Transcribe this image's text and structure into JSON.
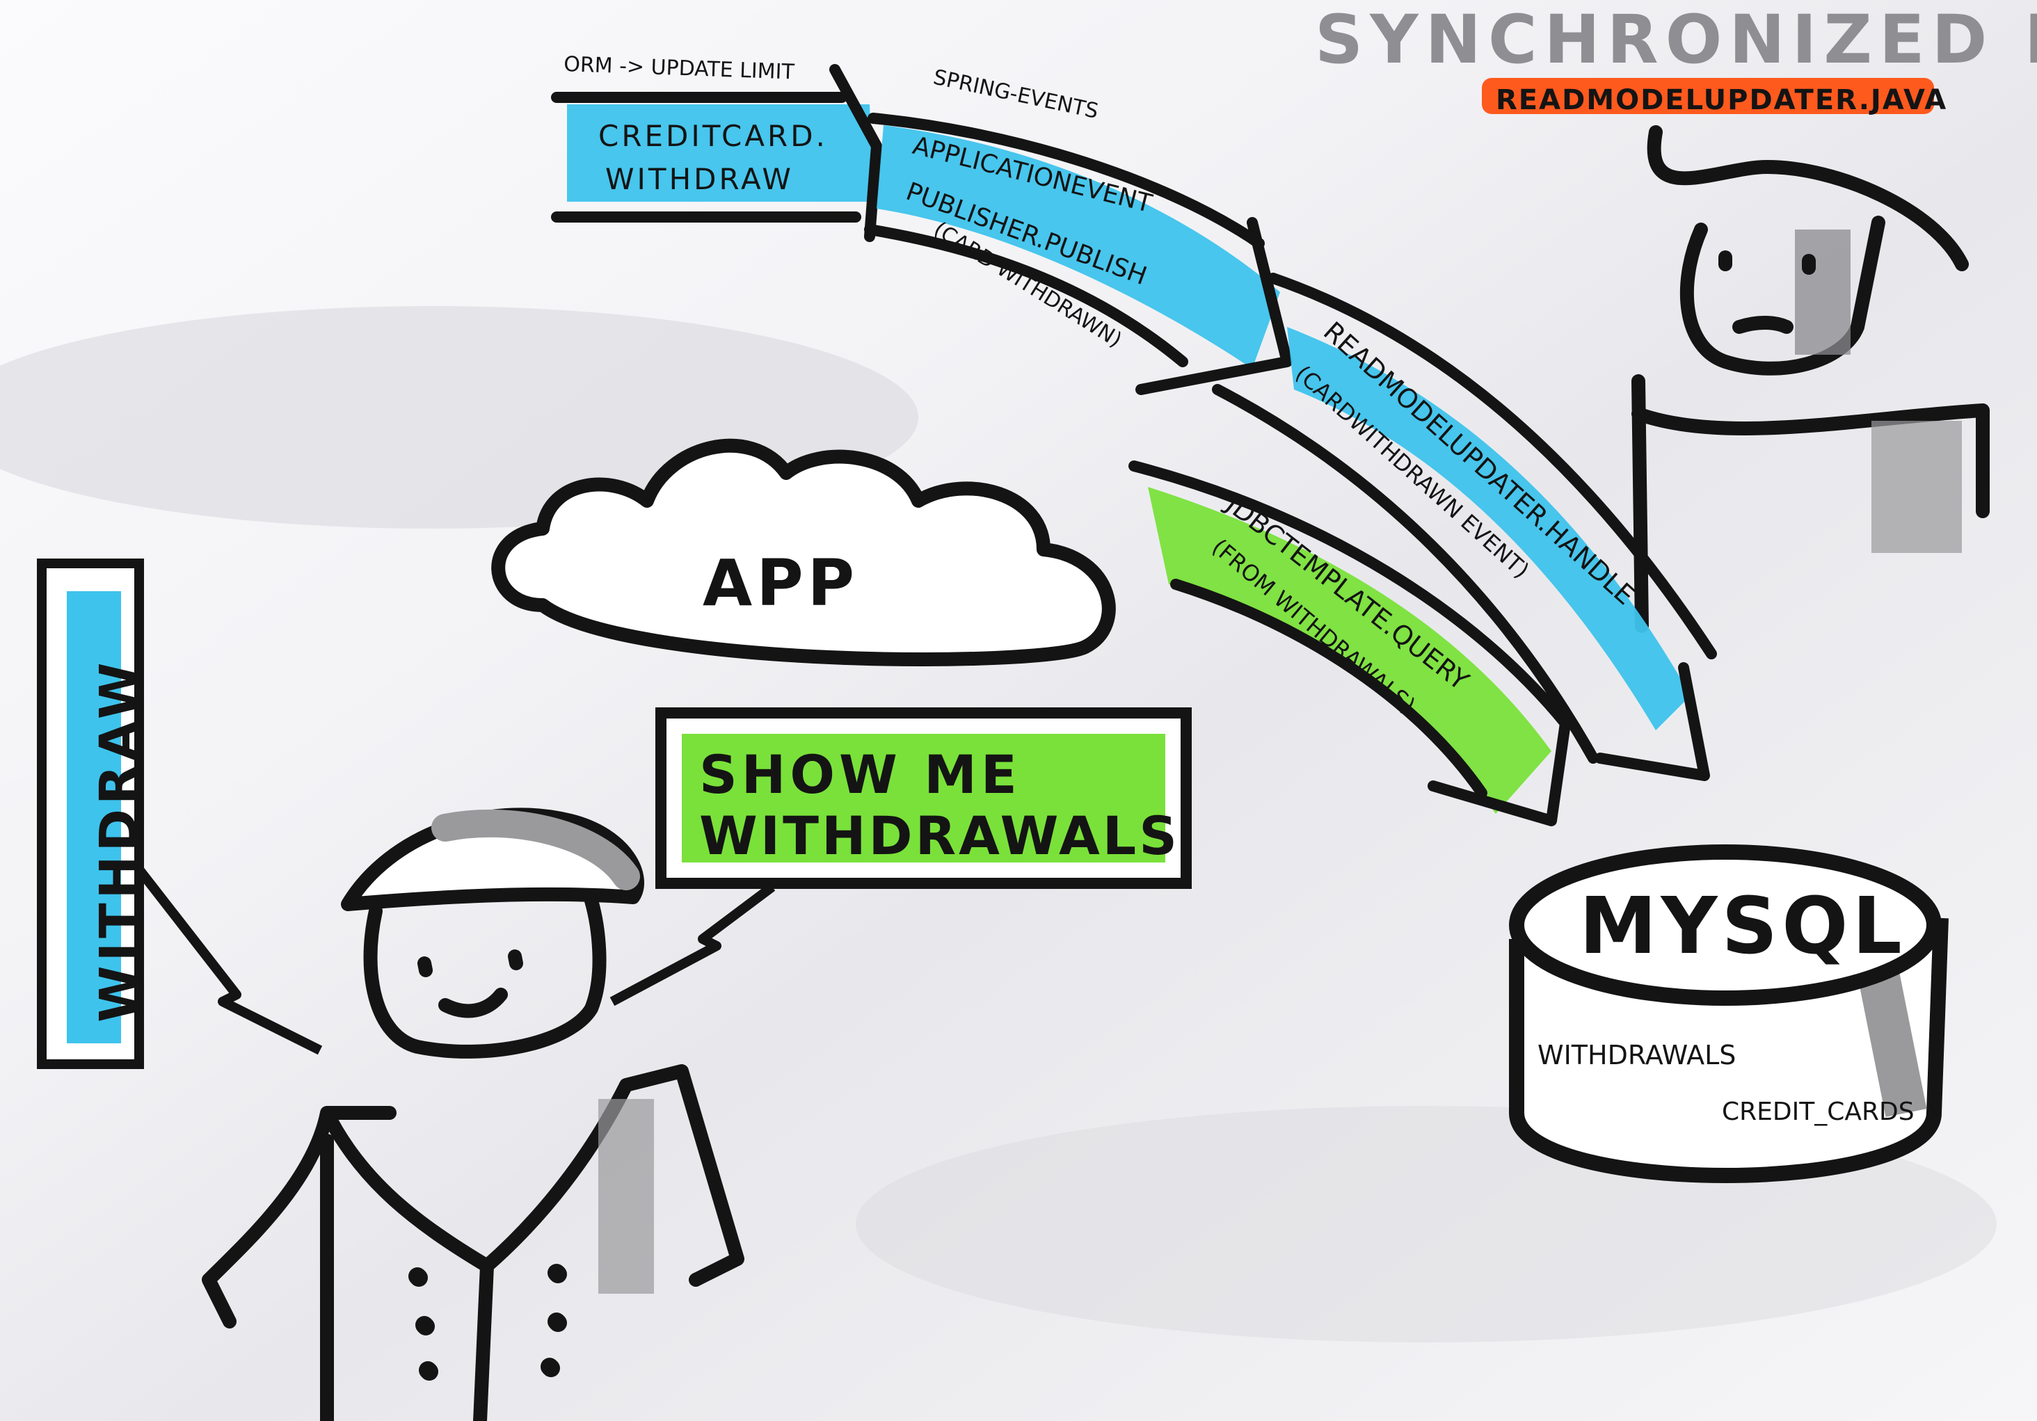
{
  "header": {
    "synchronized_by": "SYNCHRONIZED BY",
    "updater_class": "READMODELUPDATER.JAVA"
  },
  "arrows": {
    "label_orm": "ORM -> UPDATE LIMIT",
    "label_spring": "SPRING-EVENTS",
    "withdraw_call_line1": "CREDITCARD.",
    "withdraw_call_line2": "WITHDRAW",
    "publish_line1": "APPLICATIONEVENT",
    "publish_line2": "PUBLISHER.PUBLISH",
    "publish_line3": "(CARD WITHDRAWN)",
    "handle_line1": "READMODELUPDATER.HANDLE",
    "handle_line2": "(CARDWITHDRAWN EVENT)",
    "query_line1": "JDBCTEMPLATE.QUERY",
    "query_line2": "(FROM WITHDRAWALS)"
  },
  "app_cloud": {
    "label": "APP"
  },
  "user_actions": {
    "withdraw": "WITHDRAW",
    "show_line1": "SHOW ME",
    "show_line2": "WITHDRAWALS"
  },
  "database": {
    "name": "MYSQL",
    "table_1": "WITHDRAWALS",
    "table_2": "CREDIT_CARDS"
  },
  "colors": {
    "paper": "#f7f7f9",
    "ink": "#141414",
    "blue_marker": "#3ec3ec",
    "green_marker": "#7ae13a",
    "orange_marker": "#ff5a1e",
    "grey_marker": "#9a9a9d"
  }
}
